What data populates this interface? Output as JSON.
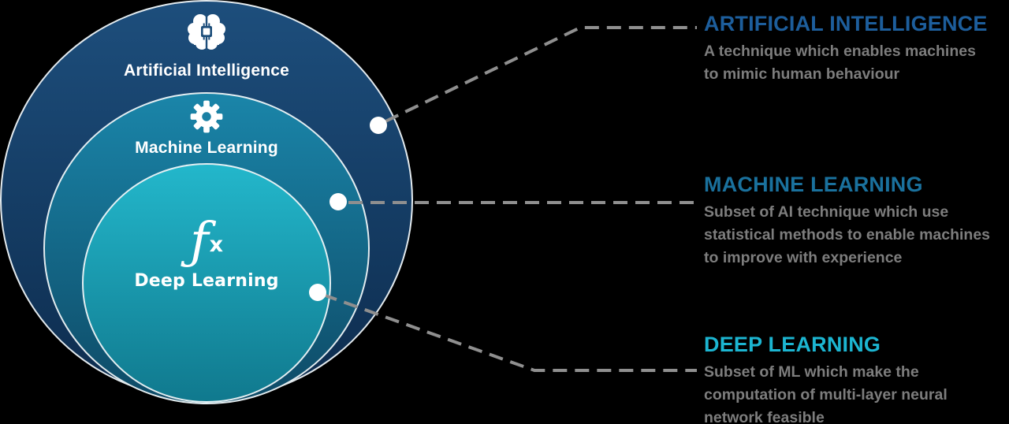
{
  "canvas": {
    "background": "#000000"
  },
  "venn": {
    "rings": [
      {
        "label": "Artificial Intelligence",
        "icon": "brain-chip-icon",
        "top_color": "#1d4e7c",
        "bottom_color": "#0d2c4e"
      },
      {
        "label": "Machine Learning",
        "icon": "gear-icon",
        "top_color": "#1a85a9",
        "bottom_color": "#0e4a66"
      },
      {
        "label": "Deep Learning",
        "icon": "fx-icon",
        "top_color": "#23b7cb",
        "bottom_color": "#10798e"
      }
    ],
    "fx_glyph": {
      "f": "ƒ",
      "x": "x"
    }
  },
  "connectors": {
    "line_color": "#8f8f8f",
    "dot_color": "#ffffff"
  },
  "panels": [
    {
      "title": "ARTIFICIAL INTELLIGENCE",
      "title_color": "#1d5e9c",
      "desc_lines": [
        "A technique which enables machines",
        "to mimic human behaviour"
      ]
    },
    {
      "title": "MACHINE LEARNING",
      "title_color": "#1a719d",
      "desc_lines": [
        "Subset of AI technique which use",
        "statistical methods to enable machines",
        "to improve with experience"
      ]
    },
    {
      "title": "DEEP LEARNING",
      "title_color": "#1cb5d1",
      "desc_lines": [
        "Subset of ML which make the",
        "computation of multi-layer neural",
        "network feasible"
      ]
    }
  ]
}
